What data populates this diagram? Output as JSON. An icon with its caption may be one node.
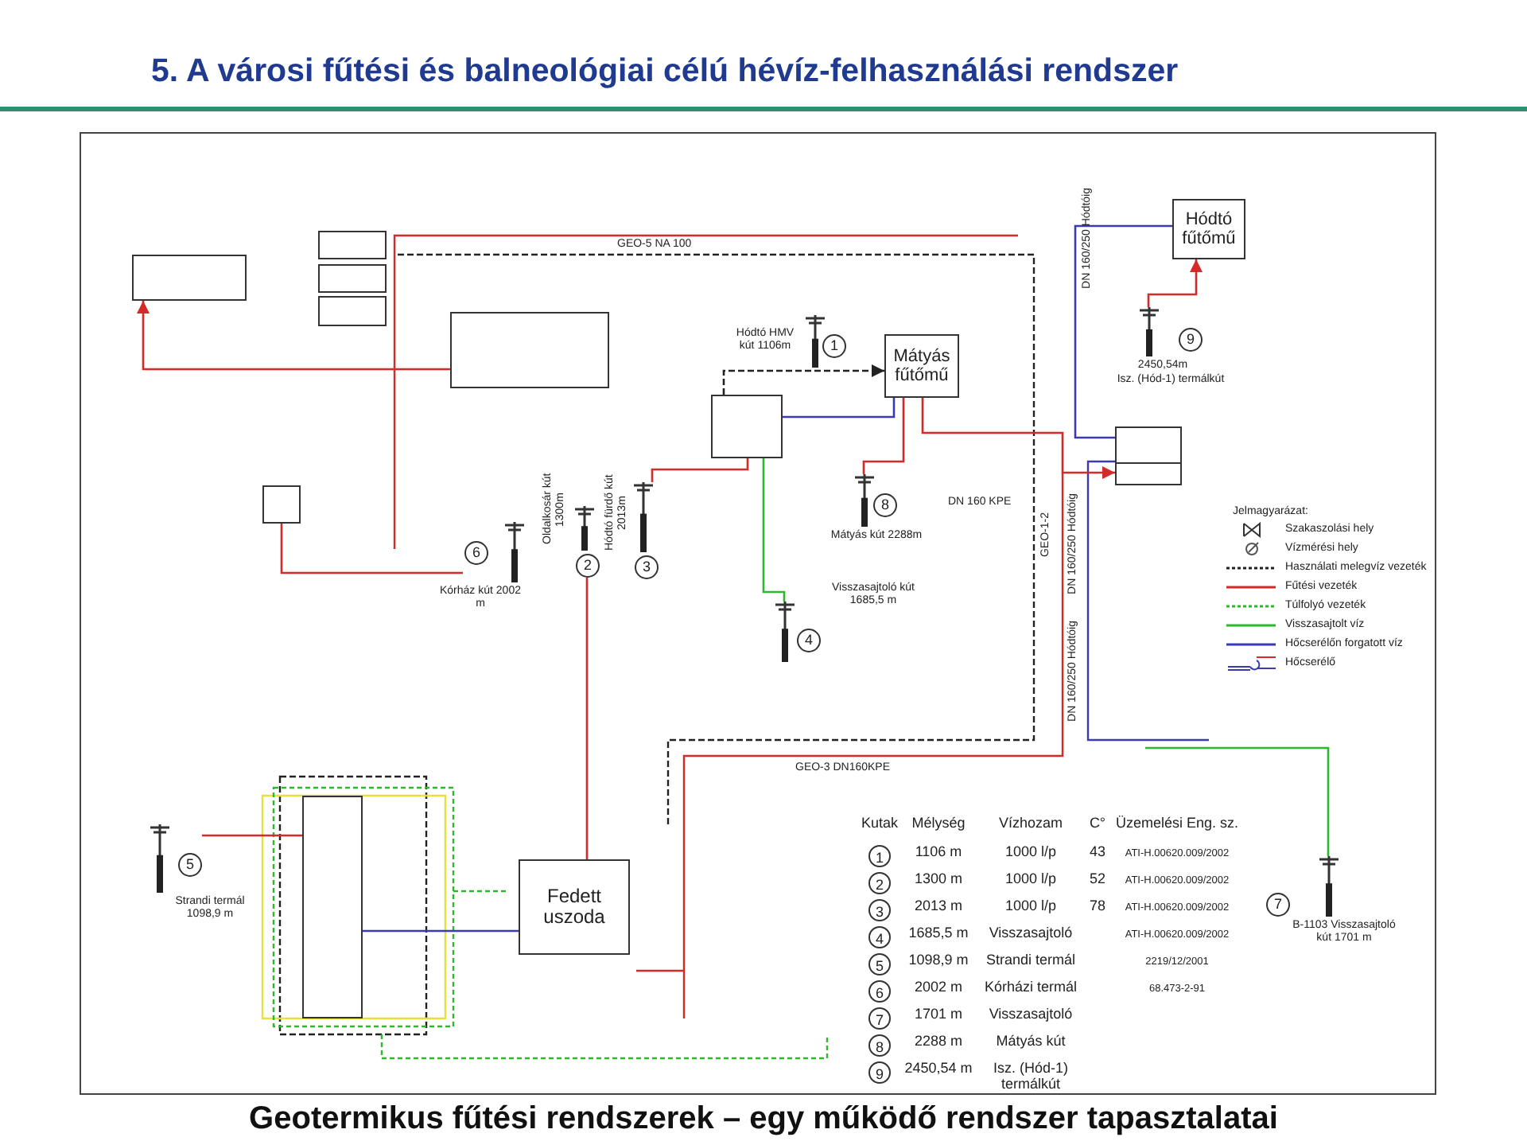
{
  "diagram": {
    "title": "5. A városi fűtési és balneológiai célú hévíz-felhasználási rendszer",
    "caption": "Geotermikus fűtési rendszerek – egy működő rendszer tapasztalatai",
    "nodes": [
      {
        "text": [
          "Hódtó fűtőmű"
        ]
      },
      {
        "text": [
          "Mátyás fűtőmű"
        ]
      },
      {
        "text": [],
        "shape": "box"
      },
      {
        "text": [],
        "shape": "box"
      },
      {
        "text": [],
        "shape": "box"
      },
      {
        "text": [],
        "shape": "box"
      },
      {
        "text": [],
        "shape": "box"
      },
      {
        "text": [],
        "shape": "box"
      },
      {
        "text": [],
        "shape": "box"
      },
      {
        "text": [],
        "shape": "box"
      },
      {
        "text": [
          "Fedett uszoda"
        ]
      },
      {
        "text": [
          "1"
        ],
        "beside": [
          "Hódtó HMV kút 1106m"
        ]
      },
      {
        "text": [
          "2"
        ],
        "beside": [
          "Oldalkosár kút 1300m"
        ]
      },
      {
        "text": [
          "3"
        ],
        "beside": [
          "Hódtó fürdő kút 2013m"
        ]
      },
      {
        "text": [
          "4"
        ],
        "beside": [
          "Visszasajtoló kút 1685,5 m"
        ]
      },
      {
        "text": [
          "5"
        ],
        "beside": [
          "Strandi termál 1098,9 m"
        ]
      },
      {
        "text": [
          "6"
        ],
        "beside": [
          "Kórház kút 2002 m"
        ]
      },
      {
        "text": [
          "7"
        ],
        "beside": [
          "B-1103 Visszasajtoló kút 1701 m"
        ]
      },
      {
        "text": [
          "8"
        ],
        "beside": [
          "Mátyás kút 2288m"
        ]
      },
      {
        "text": [
          "9"
        ],
        "beside": [
          "2450,54m",
          "Isz. (Hód-1) termálkút"
        ]
      },
      {
        "text": [],
        "shape": "box"
      }
    ],
    "edges": [
      {
        "from": 19,
        "to": 0,
        "arrow": "to"
      },
      {
        "from": 18,
        "to": 1,
        "arrow": "none"
      },
      {
        "from": 0,
        "to": 2,
        "arrow": "none",
        "color": "#3a3ab4"
      },
      {
        "from": 1,
        "to": 2,
        "arrow": "to"
      },
      {
        "from": 9,
        "to": 1,
        "arrow": "to",
        "style": "dashed",
        "color": "#222222"
      },
      {
        "from": 1,
        "to": 9,
        "arrow": "none",
        "color": "#3a3ab4"
      },
      {
        "from": 13,
        "to": 9,
        "arrow": "none"
      },
      {
        "from": 12,
        "to": 10,
        "arrow": "none"
      },
      {
        "from": 9,
        "to": 14,
        "arrow": "none",
        "color": "#2cb82c"
      },
      {
        "from": 16,
        "to": 7,
        "arrow": "none"
      },
      {
        "from": 15,
        "to": 20,
        "arrow": "none"
      },
      {
        "from": 20,
        "to": 10,
        "arrow": "none",
        "color": "#3a3ab4"
      },
      {
        "from": 8,
        "to": 3,
        "arrow": "to"
      },
      {
        "from": null,
        "to": 17,
        "arrow": "none",
        "color": "#2cb82c"
      }
    ],
    "labels": [
      "GEO-5 NA 100",
      "DN 160/250 Hódtóig",
      "DN 160 KPE",
      "GEO-1-2",
      "DN 160/250 Hódtóig",
      "DN 160/250 Hódtóig",
      "GEO-3 DN160KPE",
      "Jelmagyarázat:",
      "Kutak",
      "Mélység",
      "Vízhozam",
      "C°",
      "Üzemelési Eng. sz.",
      "1",
      "1106 m",
      "1000 l/p",
      "43",
      "ATI-H.00620.009/2002",
      "2",
      "1300 m",
      "1000 l/p",
      "52",
      "ATI-H.00620.009/2002",
      "3",
      "2013 m",
      "1000 l/p",
      "78",
      "ATI-H.00620.009/2002",
      "4",
      "1685,5 m",
      "Visszasajtoló",
      "ATI-H.00620.009/2002",
      "5",
      "1098,9 m",
      "Strandi termál",
      "2219/12/2001",
      "6",
      "2002 m",
      "Kórházi termál",
      "68.473-2-91",
      "7",
      "1701 m",
      "Visszasajtoló",
      "8",
      "2288 m",
      "Mátyás kút",
      "9",
      "2450,54 m",
      "Isz. (Hód-1) termálkút"
    ],
    "legend": [
      {
        "text": "Szakaszolási hely"
      },
      {
        "text": "Vízmérési hely"
      },
      {
        "text": "Használati melegvíz vezeték"
      },
      {
        "text": "Fűtési vezeték"
      },
      {
        "text": "Túlfolyó vezeték"
      },
      {
        "text": "Visszasajtolt víz"
      },
      {
        "text": "Hőcserélőn forgatott víz"
      },
      {
        "text": "Hőcserélő"
      }
    ]
  }
}
